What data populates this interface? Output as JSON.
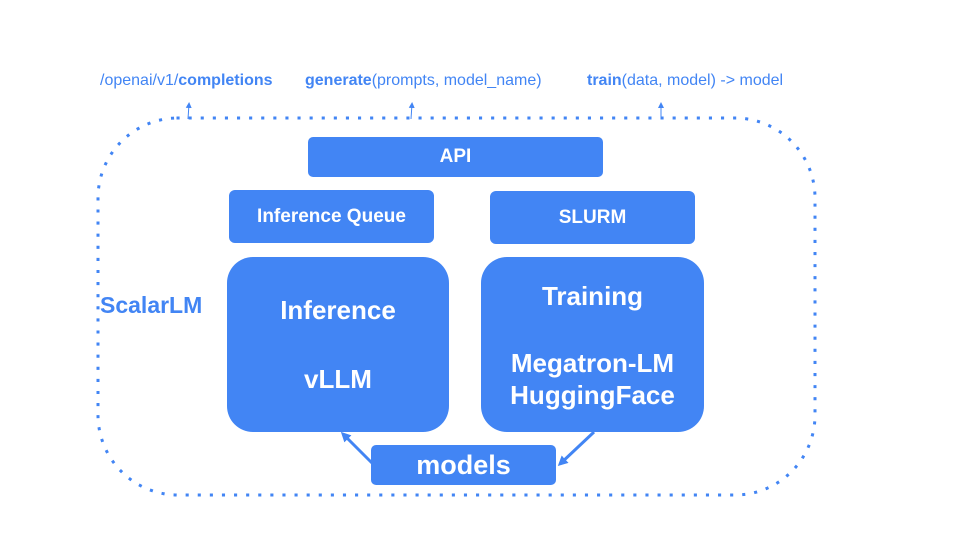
{
  "diagram": {
    "container_label": "ScalarLM",
    "endpoints": [
      {
        "prefix": "/openai/v1/",
        "bold": "completions",
        "suffix": ""
      },
      {
        "prefix": "",
        "bold": "generate",
        "suffix": "(prompts, model_name)"
      },
      {
        "prefix": "",
        "bold": "train",
        "suffix": "(data, model) -> model"
      }
    ],
    "boxes": {
      "api": "API",
      "inference_queue": "Inference Queue",
      "slurm": "SLURM",
      "inference": {
        "title": "Inference",
        "engine": "vLLM"
      },
      "training": {
        "title": "Training",
        "engines": [
          "Megatron-LM",
          "HuggingFace"
        ]
      },
      "models": "models"
    },
    "colors": {
      "accent": "#4285f4",
      "text_on_accent": "#ffffff"
    }
  }
}
